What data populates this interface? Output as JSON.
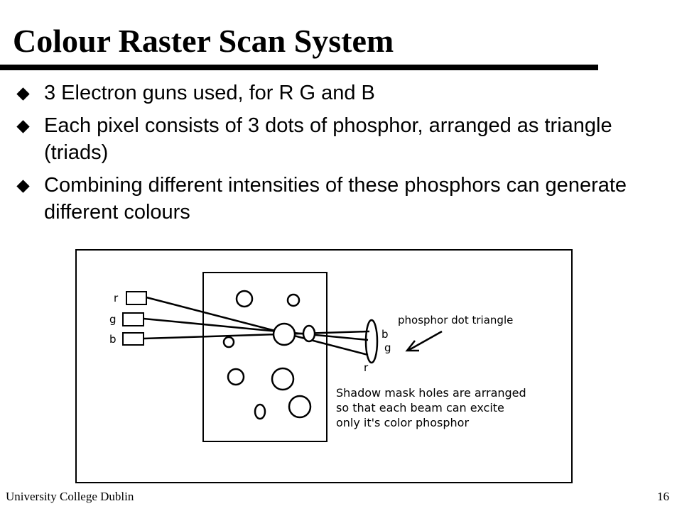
{
  "slide": {
    "title": "Colour Raster Scan System",
    "bullets": [
      {
        "text": "3 Electron guns used, for R G and B"
      },
      {
        "text": "Each pixel consists of 3 dots of phosphor, arranged as triangle (triads)"
      },
      {
        "text": "Combining different intensities of these phosphors can generate different colours"
      }
    ]
  },
  "figure": {
    "gun_labels": [
      "r",
      "g",
      "b"
    ],
    "dot_labels": [
      "b",
      "g",
      "r"
    ],
    "annotation": "phosphor dot triangle",
    "caption_lines": [
      "Shadow mask holes are arranged",
      "so that each beam can excite",
      "only it's color phosphor"
    ]
  },
  "footer": {
    "institution": "University College Dublin",
    "page_number": "16"
  }
}
